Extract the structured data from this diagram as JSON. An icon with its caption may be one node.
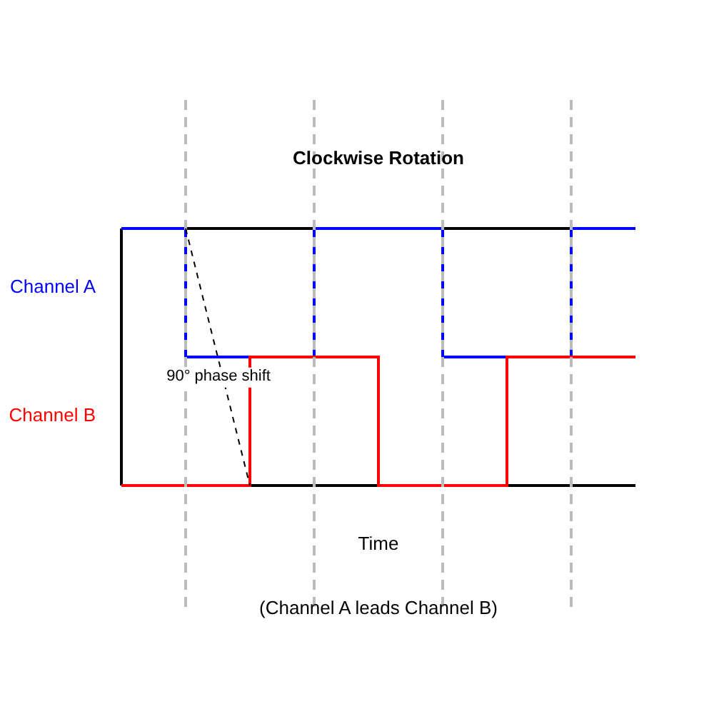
{
  "diagram": {
    "title": "Clockwise Rotation",
    "caption": "(Channel A leads Channel B)",
    "labels": [
      "Channel A",
      "90° phase shift",
      "Channel B",
      "Time"
    ]
  }
}
